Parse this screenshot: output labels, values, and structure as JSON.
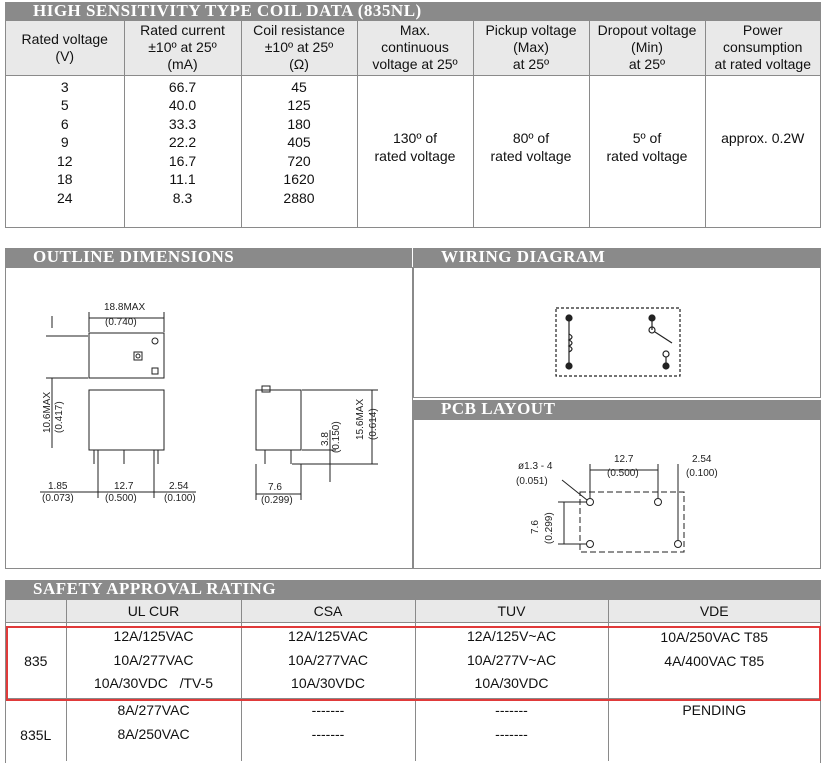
{
  "coil": {
    "title": "HIGH SENSITIVITY TYPE COIL DATA (835NL)",
    "headers": [
      [
        "Rated voltage",
        "(V)"
      ],
      [
        "Rated current",
        "±10º at 25º",
        "(mA)"
      ],
      [
        "Coil resistance",
        "±10º at 25º",
        "(Ω)"
      ],
      [
        "Max.",
        "continuous",
        "voltage  at 25º"
      ],
      [
        "Pickup voltage",
        "(Max)",
        "at 25º"
      ],
      [
        "Dropout voltage",
        "(Min)",
        "at 25º"
      ],
      [
        "Power",
        "consumption",
        "at rated voltage"
      ]
    ],
    "voltages": [
      "3",
      "5",
      "6",
      "9",
      "12",
      "18",
      "24"
    ],
    "currents": [
      "66.7",
      "40.0",
      "33.3",
      "22.2",
      "16.7",
      "11.1",
      "8.3"
    ],
    "resistances": [
      "45",
      "125",
      "180",
      "405",
      "720",
      "1620",
      "2880"
    ],
    "max_voltage": [
      "130º of",
      "rated voltage"
    ],
    "pickup": [
      "80º of",
      "rated voltage"
    ],
    "dropout": [
      "5º of",
      "rated voltage"
    ],
    "power": "approx. 0.2W"
  },
  "outline": {
    "title": "OUTLINE DIMENSIONS",
    "width_label": "18.8MAX",
    "width_label_in": "(0.740)",
    "height_label": "10.6MAX",
    "height_label_in": "(0.417)",
    "pitch1": "1.85",
    "pitch1_in": "(0.073)",
    "pitch2": "12.7",
    "pitch2_in": "(0.500)",
    "pitch3": "2.54",
    "pitch3_in": "(0.100)",
    "side_height": "15.6MAX",
    "side_height_in": "(0.614)",
    "pin_len": "3.8",
    "pin_len_in": "(0.150)",
    "side_width": "7.6",
    "side_width_in": "(0.299)"
  },
  "wiring": {
    "title": "WIRING DIAGRAM"
  },
  "pcb": {
    "title": "PCB LAYOUT",
    "hole": "ø1.3 - 4",
    "hole_in": "(0.051)",
    "spacing1": "12.7",
    "spacing1_in": "(0.500)",
    "spacing2": "2.54",
    "spacing2_in": "(0.100)",
    "spacing3": "7.6",
    "spacing3_in": "(0.299)"
  },
  "safety": {
    "title": "SAFETY APPROVAL RATING",
    "headers": [
      "",
      "UL  CUR",
      "CSA",
      "TUV",
      "VDE"
    ],
    "row835": {
      "model": "835",
      "ul": [
        "12A/125VAC",
        "10A/277VAC",
        "10A/30VDC   /TV-5"
      ],
      "csa": [
        "12A/125VAC",
        "10A/277VAC",
        "10A/30VDC"
      ],
      "tuv": [
        "12A/125V~AC",
        "10A/277V~AC",
        "10A/30VDC"
      ],
      "vde": [
        "10A/250VAC T85",
        "4A/400VAC T85",
        ""
      ]
    },
    "row835L": {
      "model": "835L",
      "ul": [
        "8A/277VAC",
        "8A/250VAC"
      ],
      "csa": [
        "-------",
        "-------"
      ],
      "tuv": [
        "-------",
        "-------"
      ],
      "vde": [
        "PENDING",
        ""
      ]
    }
  },
  "colors": {
    "header_bg": "#8a8a8a",
    "highlight": "#e03a3a",
    "table_head_bg": "#e9e9e9"
  }
}
